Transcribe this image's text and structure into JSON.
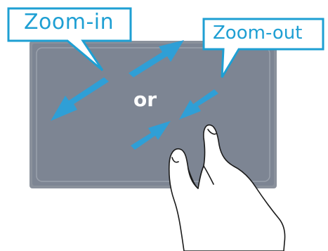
{
  "callouts": {
    "zoom_in_label": "Zoom-in",
    "zoom_out_label": "Zoom-out"
  },
  "center_label": "or",
  "colors": {
    "touchpad_fill": "#7d8593",
    "touchpad_border": "#9aa1ac",
    "arrow": "#2f9fd6",
    "callout_border": "#1e9fd3",
    "callout_text": "#1e9fd3",
    "hand_outline": "#1a1a1a"
  },
  "icons": {
    "hand": "pinch-hand-icon",
    "arrows": [
      "arrow-up-right-icon",
      "arrow-down-left-icon",
      "arrow-down-left-small-icon",
      "arrow-up-right-small-icon"
    ]
  }
}
